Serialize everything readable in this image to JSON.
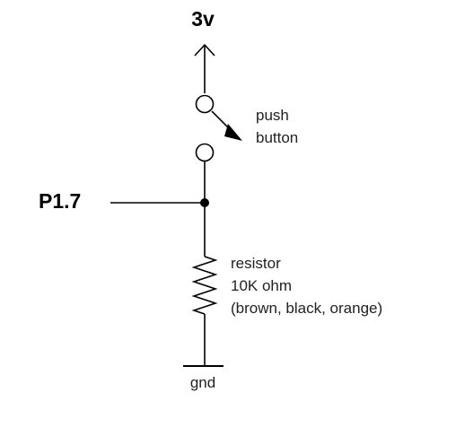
{
  "labels": {
    "supply": "3v",
    "pin": "P1.7",
    "button_line1": "push",
    "button_line2": "button",
    "resistor_line1": "resistor",
    "resistor_line2": "10K ohm",
    "resistor_line3": "(brown, black, orange)",
    "ground": "gnd"
  },
  "colors": {
    "line": "#000000",
    "text": "#222222",
    "background": "#ffffff"
  }
}
